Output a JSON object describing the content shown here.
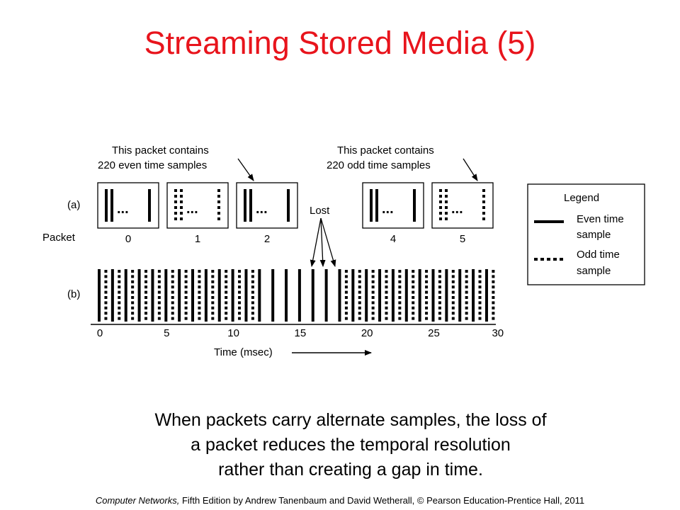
{
  "title": "Streaming Stored Media (5)",
  "figure": {
    "row_a_label": "(a)",
    "row_b_label": "(b)",
    "packet_label": "Packet",
    "annotation_even": [
      "This packet contains",
      "220 even time samples"
    ],
    "annotation_odd": [
      "This packet contains",
      "220 odd time samples"
    ],
    "lost_label": "Lost",
    "packets": [
      {
        "number": "0",
        "kind": "even"
      },
      {
        "number": "1",
        "kind": "odd"
      },
      {
        "number": "2",
        "kind": "even"
      },
      {
        "number": "4",
        "kind": "even"
      },
      {
        "number": "5",
        "kind": "odd"
      }
    ],
    "ellipsis": "...",
    "time_ticks": [
      "0",
      "5",
      "10",
      "15",
      "20",
      "25",
      "30"
    ],
    "time_axis_label": "Time (msec)",
    "legend": {
      "title": "Legend",
      "even_label": [
        "Even time",
        "sample"
      ],
      "odd_label": [
        "Odd time",
        "sample"
      ]
    }
  },
  "caption": [
    "When packets carry alternate samples, the loss of",
    "a packet reduces the temporal resolution",
    "rather than creating a gap in time."
  ],
  "footer": {
    "book": "Computer Networks,",
    "rest": " Fifth Edition by Andrew Tanenbaum and David Wetherall, © Pearson Education-Prentice Hall, 2011"
  }
}
